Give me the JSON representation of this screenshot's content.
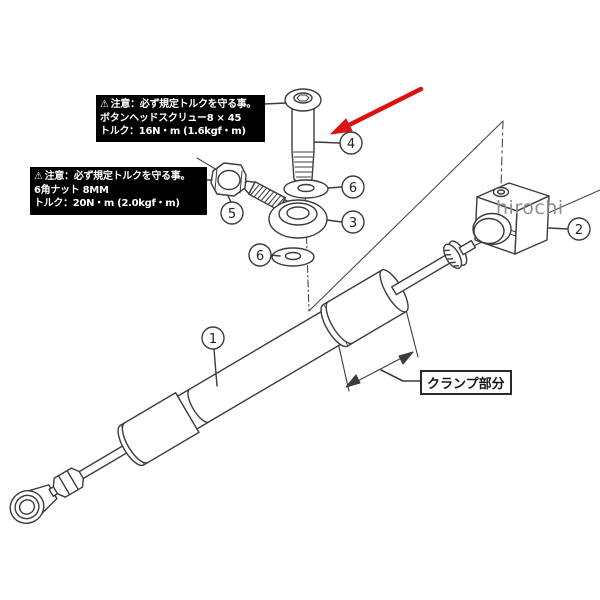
{
  "watermark": "hirochi",
  "labels": {
    "clamp_section": "クランプ部分"
  },
  "warning_boxes": {
    "screw": {
      "warning_icon": "⚠",
      "caution": "注意：必ず規定トルクを守る事。",
      "item": "ボタンヘッドスクリュー8 × 45",
      "torque": "トルク：16N・m (1.6kgf・m)"
    },
    "nut": {
      "warning_icon": "⚠",
      "caution": "注意：必ず規定トルクを守る事。",
      "item": "6角ナット 8MM",
      "torque": "トルク：20N・m (2.0kgf・m)"
    }
  },
  "callouts": [
    {
      "number": "1",
      "target": "damper-body"
    },
    {
      "number": "2",
      "target": "clamp-block"
    },
    {
      "number": "3",
      "target": "rod-end-ball-joint"
    },
    {
      "number": "4",
      "target": "button-head-screw"
    },
    {
      "number": "5",
      "target": "hex-nut"
    },
    {
      "number": "6",
      "target": "washer-upper"
    },
    {
      "number": "6",
      "target": "washer-lower"
    }
  ],
  "colors": {
    "line": "#3c3c3c",
    "arrow_red": "#db1310",
    "watermark": "#8f8f8f",
    "label_box_bg": "#000000",
    "label_box_text": "#ffffff"
  }
}
